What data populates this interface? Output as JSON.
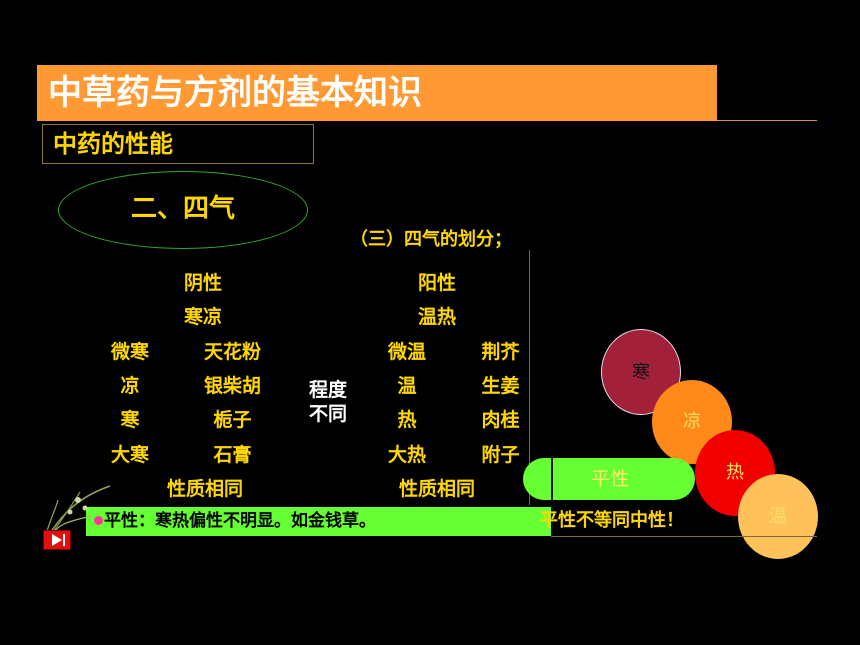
{
  "title": "中草药与方剂的基本知识",
  "subtitle": "中药的性能",
  "ellipse_label": "二、四气",
  "section_heading": "（三）四气的划分；",
  "yin": {
    "category": "阴性",
    "group": "寒凉",
    "rows": [
      {
        "degree": "微寒",
        "example": "天花粉"
      },
      {
        "degree": "凉",
        "example": "银柴胡"
      },
      {
        "degree": "寒",
        "example": "栀子"
      },
      {
        "degree": "大寒",
        "example": "石膏"
      }
    ],
    "summary": "性质相同"
  },
  "yang": {
    "category": "阳性",
    "group": "温热",
    "rows": [
      {
        "degree": "微温",
        "example": "荆芥"
      },
      {
        "degree": "温",
        "example": "生姜"
      },
      {
        "degree": "热",
        "example": "肉桂"
      },
      {
        "degree": "大热",
        "example": "附子"
      }
    ],
    "summary": "性质相同"
  },
  "degree_label": {
    "line1": "程度",
    "line2": "不同"
  },
  "neutral_pill": "平性",
  "neutral_definition": "平性：寒热偏性不明显。如金钱草。",
  "neutral_note": "平性不等同中性！",
  "balls": {
    "cold": "寒",
    "cool": "凉",
    "hot": "热",
    "warm": "温"
  },
  "colors": {
    "title_bar": "#ff9933",
    "text_gold": "#ffd700",
    "green": "#66ff33"
  },
  "icons": {
    "plant": "orchid-decoration-icon",
    "nav": "play-button-icon"
  }
}
